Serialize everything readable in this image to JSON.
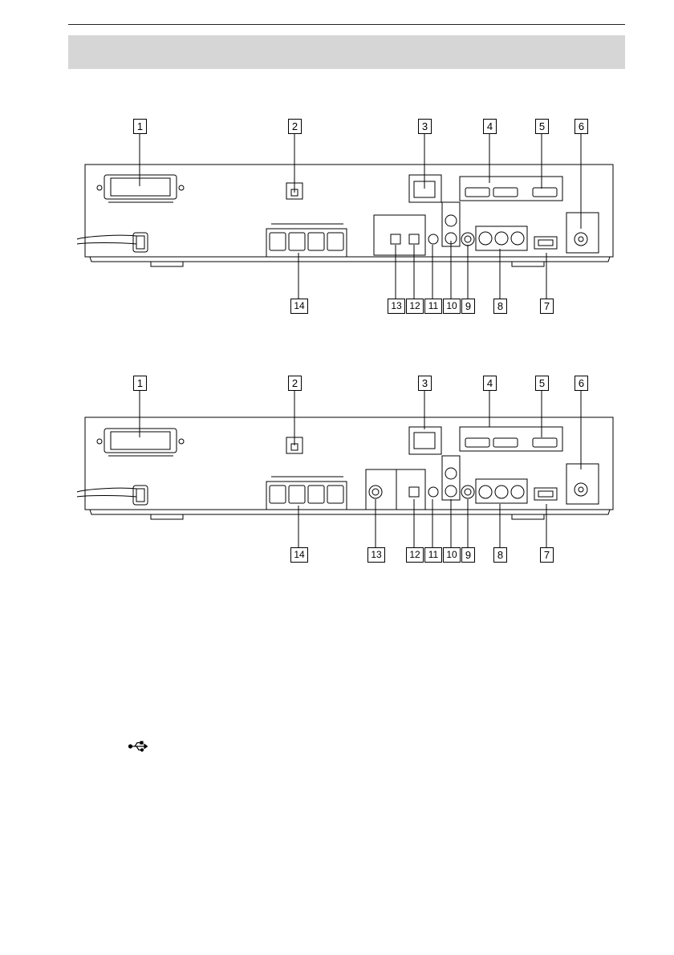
{
  "diagrams": [
    {
      "callouts_top": [
        "1",
        "2",
        "3",
        "4",
        "5",
        "6"
      ],
      "callouts_bottom": [
        "14",
        "13",
        "12",
        "11",
        "10",
        "9",
        "8",
        "7"
      ]
    },
    {
      "callouts_top": [
        "1",
        "2",
        "3",
        "4",
        "5",
        "6"
      ],
      "callouts_bottom": [
        "14",
        "13",
        "12",
        "11",
        "10",
        "9",
        "8",
        "7"
      ]
    }
  ],
  "icons": {
    "usb_reference": "usb-icon"
  }
}
